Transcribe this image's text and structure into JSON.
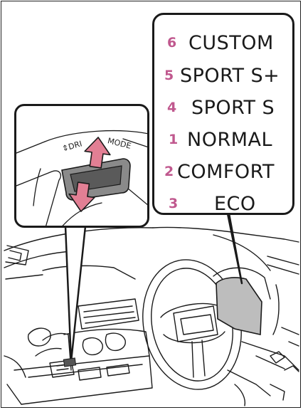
{
  "drive_modes": [
    {
      "number": "6",
      "label": "CUSTOM"
    },
    {
      "number": "5",
      "label": "SPORT S+"
    },
    {
      "number": "4",
      "label": "SPORT S"
    },
    {
      "number": "1",
      "label": "NORMAL"
    },
    {
      "number": "2",
      "label": "COMFORT"
    },
    {
      "number": "3",
      "label": "ECO"
    }
  ],
  "switch": {
    "label_left": "DRI",
    "label_right": "MODE"
  },
  "colors": {
    "number_accent": "#c0588e",
    "arrow_fill": "#e27f94",
    "display_fill": "#bdbdbd",
    "line": "#1a1a1a"
  }
}
